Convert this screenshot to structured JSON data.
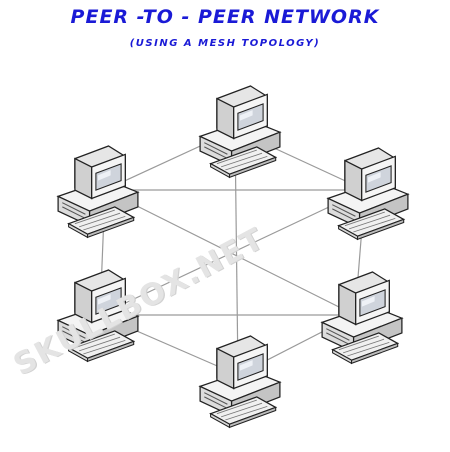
{
  "title": "PEER -TO - PEER NETWORK",
  "subtitle": "(USING A MESH TOPOLOGY)",
  "watermark": "SKULLBOX.NET",
  "colors": {
    "title": "#1a1ad6",
    "link": "#9a9a9a",
    "monitor_case": "#f2f2f2",
    "screen": "#cfd4dc"
  },
  "nodes": [
    {
      "id": "top",
      "icon": "computer-icon"
    },
    {
      "id": "upper-left",
      "icon": "computer-icon"
    },
    {
      "id": "upper-right",
      "icon": "computer-icon"
    },
    {
      "id": "lower-left",
      "icon": "computer-icon"
    },
    {
      "id": "lower-right",
      "icon": "computer-icon"
    },
    {
      "id": "bottom",
      "icon": "computer-icon"
    }
  ],
  "links": [
    [
      "top",
      "upper-left"
    ],
    [
      "top",
      "upper-right"
    ],
    [
      "top",
      "bottom"
    ],
    [
      "upper-left",
      "lower-left"
    ],
    [
      "upper-left",
      "upper-right"
    ],
    [
      "upper-left",
      "lower-right"
    ],
    [
      "upper-right",
      "lower-right"
    ],
    [
      "upper-right",
      "lower-left"
    ],
    [
      "lower-left",
      "bottom"
    ],
    [
      "lower-left",
      "lower-right"
    ],
    [
      "lower-right",
      "bottom"
    ]
  ]
}
